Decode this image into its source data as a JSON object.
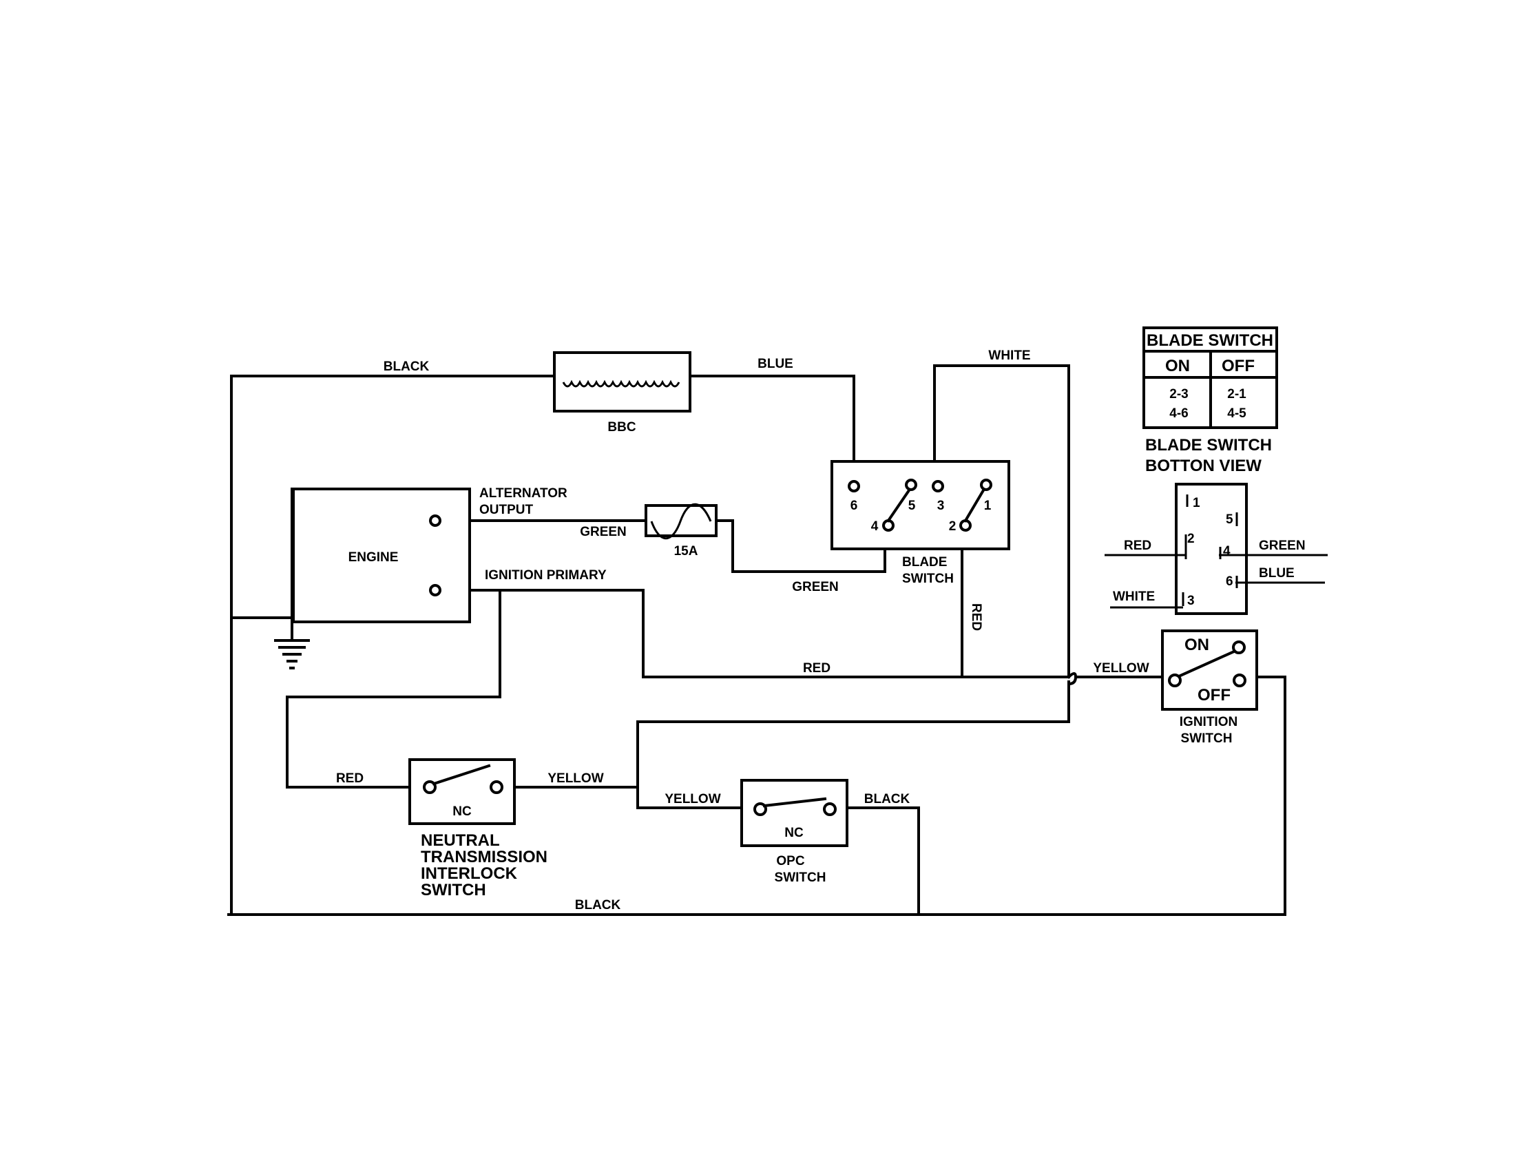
{
  "wires": {
    "black_top": "BLACK",
    "blue": "BLUE",
    "white": "WHITE",
    "green_1": "GREEN",
    "green_2": "GREEN",
    "red_vertical": "RED",
    "red_main": "RED",
    "yellow_ignition": "YELLOW",
    "red_ntis": "RED",
    "yellow_ntis": "YELLOW",
    "yellow_opc": "YELLOW",
    "black_opc": "BLACK",
    "black_bottom": "BLACK"
  },
  "components": {
    "bbc": "BBC",
    "engine": "ENGINE",
    "alternator_line1": "ALTERNATOR",
    "alternator_line2": "OUTPUT",
    "ignition_primary": "IGNITION PRIMARY",
    "fuse": "15A",
    "blade_switch_line1": "BLADE",
    "blade_switch_line2": "SWITCH",
    "terminals": {
      "t6": "6",
      "t5": "5",
      "t3": "3",
      "t1": "1",
      "t4": "4",
      "t2": "2"
    },
    "ntis_nc": "NC",
    "ntis_line1": "NEUTRAL",
    "ntis_line2": "TRANSMISSION",
    "ntis_line3": "INTERLOCK",
    "ntis_line4": "SWITCH",
    "opc_nc": "NC",
    "opc_line1": "OPC",
    "opc_line2": "SWITCH",
    "ign_on": "ON",
    "ign_off": "OFF",
    "ign_line1": "IGNITION",
    "ign_line2": "SWITCH"
  },
  "blade_table": {
    "title": "BLADE SWITCH",
    "col_on": "ON",
    "col_off": "OFF",
    "on_row1": "2-3",
    "on_row2": "4-6",
    "off_row1": "2-1",
    "off_row2": "4-5"
  },
  "bottom_view": {
    "title_line1": "BLADE SWITCH",
    "title_line2": "BOTTON VIEW",
    "pins": {
      "p1": "1",
      "p2": "2",
      "p3": "3",
      "p4": "4",
      "p5": "5",
      "p6": "6"
    },
    "red": "RED",
    "white": "WHITE",
    "green": "GREEN",
    "blue": "BLUE"
  }
}
